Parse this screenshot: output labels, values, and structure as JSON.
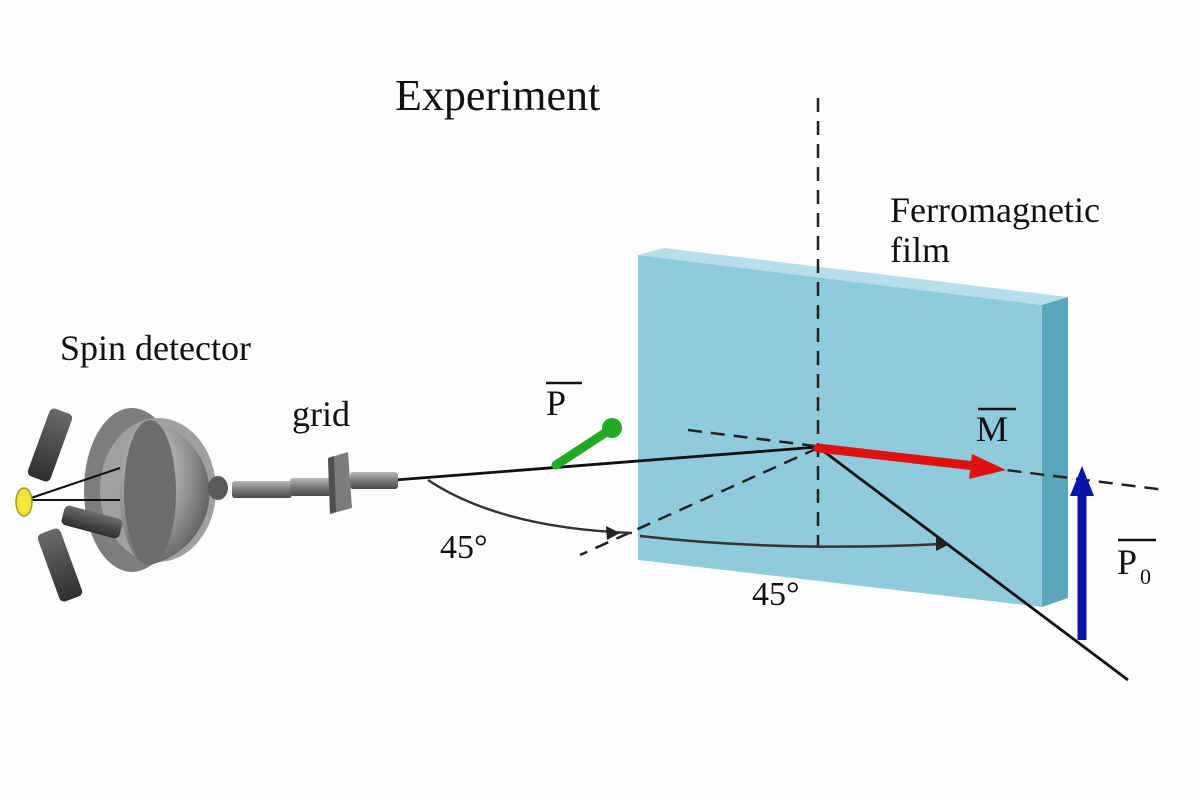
{
  "title": "Experiment",
  "labels": {
    "film_line1": "Ferromagnetic",
    "film_line2": "film",
    "spin_detector": "Spin detector",
    "grid": "grid",
    "angle_left": "45°",
    "angle_bottom": "45°"
  },
  "vectors": {
    "P": {
      "symbol": "P",
      "subscript": "",
      "color": "#22aa22"
    },
    "M": {
      "symbol": "M",
      "subscript": "",
      "color": "#e01010"
    },
    "P0": {
      "symbol": "P",
      "subscript": "0",
      "color": "#0a14a8"
    }
  },
  "colors": {
    "film_front": "#8fcbdc",
    "film_side": "#5aa7bd",
    "film_top": "#b7dfeb",
    "detector_gray": "#8a8a8a",
    "sample_yellow": "#f2e63a"
  }
}
